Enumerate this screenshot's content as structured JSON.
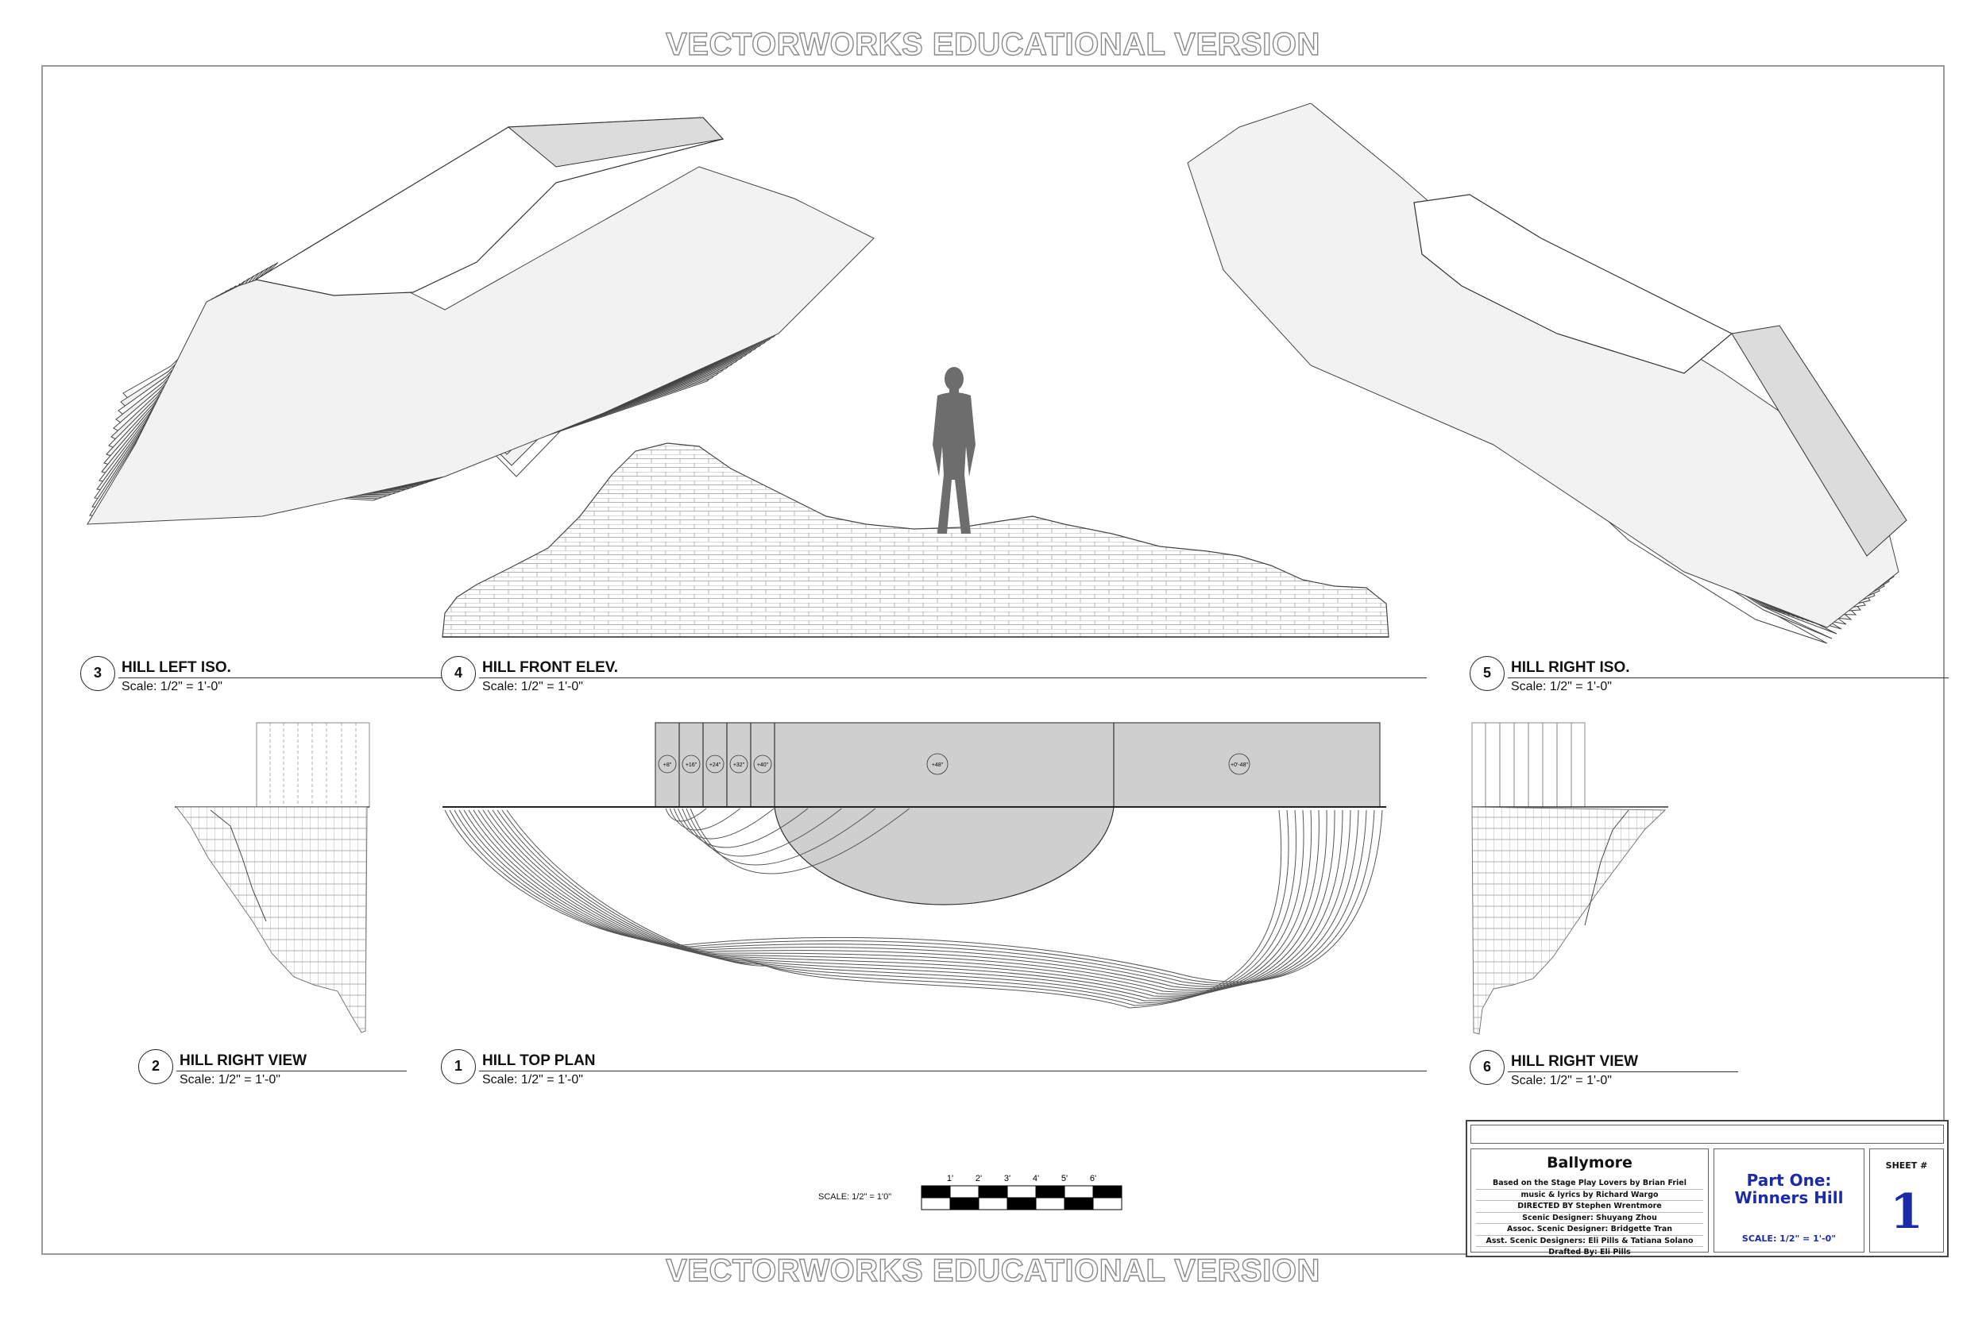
{
  "watermark": "VECTORWORKS EDUCATIONAL VERSION",
  "views": [
    {
      "num": "3",
      "title": "HILL LEFT ISO.",
      "scale": "Scale: 1/2\" = 1'-0\""
    },
    {
      "num": "4",
      "title": "HILL FRONT ELEV.",
      "scale": "Scale: 1/2\" = 1'-0\""
    },
    {
      "num": "5",
      "title": "HILL RIGHT ISO.",
      "scale": "Scale: 1/2\" = 1'-0\""
    },
    {
      "num": "2",
      "title": "HILL RIGHT VIEW",
      "scale": "Scale: 1/2\" = 1'-0\""
    },
    {
      "num": "1",
      "title": "HILL TOP PLAN",
      "scale": "Scale: 1/2\" = 1'-0\""
    },
    {
      "num": "6",
      "title": "HILL RIGHT VIEW",
      "scale": "Scale: 1/2\" = 1'-0\""
    }
  ],
  "plan_tags": [
    "+8\"",
    "+16\"",
    "+24\"",
    "+32\"",
    "+40\"",
    "+48\"",
    "+0'-48\""
  ],
  "scale_bar": {
    "label": "SCALE: 1/2\" = 1'0\"",
    "ticks": [
      "1'",
      "2'",
      "3'",
      "4'",
      "5'",
      "6'"
    ]
  },
  "title_block": {
    "show_title": "Ballymore",
    "credits": [
      "Based on the Stage Play Lovers by Brian Friel",
      "music & lyrics by Richard Wargo",
      "DIRECTED BY Stephen Wrentmore",
      "Scenic Designer: Shuyang Zhou",
      "Assoc. Scenic Designer: Bridgette Tran",
      "Asst. Scenic Designers: Eli Pills & Tatiana Solano",
      "Drafted By: Eli Pills"
    ],
    "part": "Part One: Winners Hill",
    "scale": "SCALE:   1/2\" = 1'-0\"",
    "sheet_label": "SHEET #",
    "sheet_number": "1"
  },
  "colors": {
    "accent_blue": "#1a2aa8",
    "fill_gray": "#cfcfcf",
    "figure_gray": "#6d6d6d"
  }
}
